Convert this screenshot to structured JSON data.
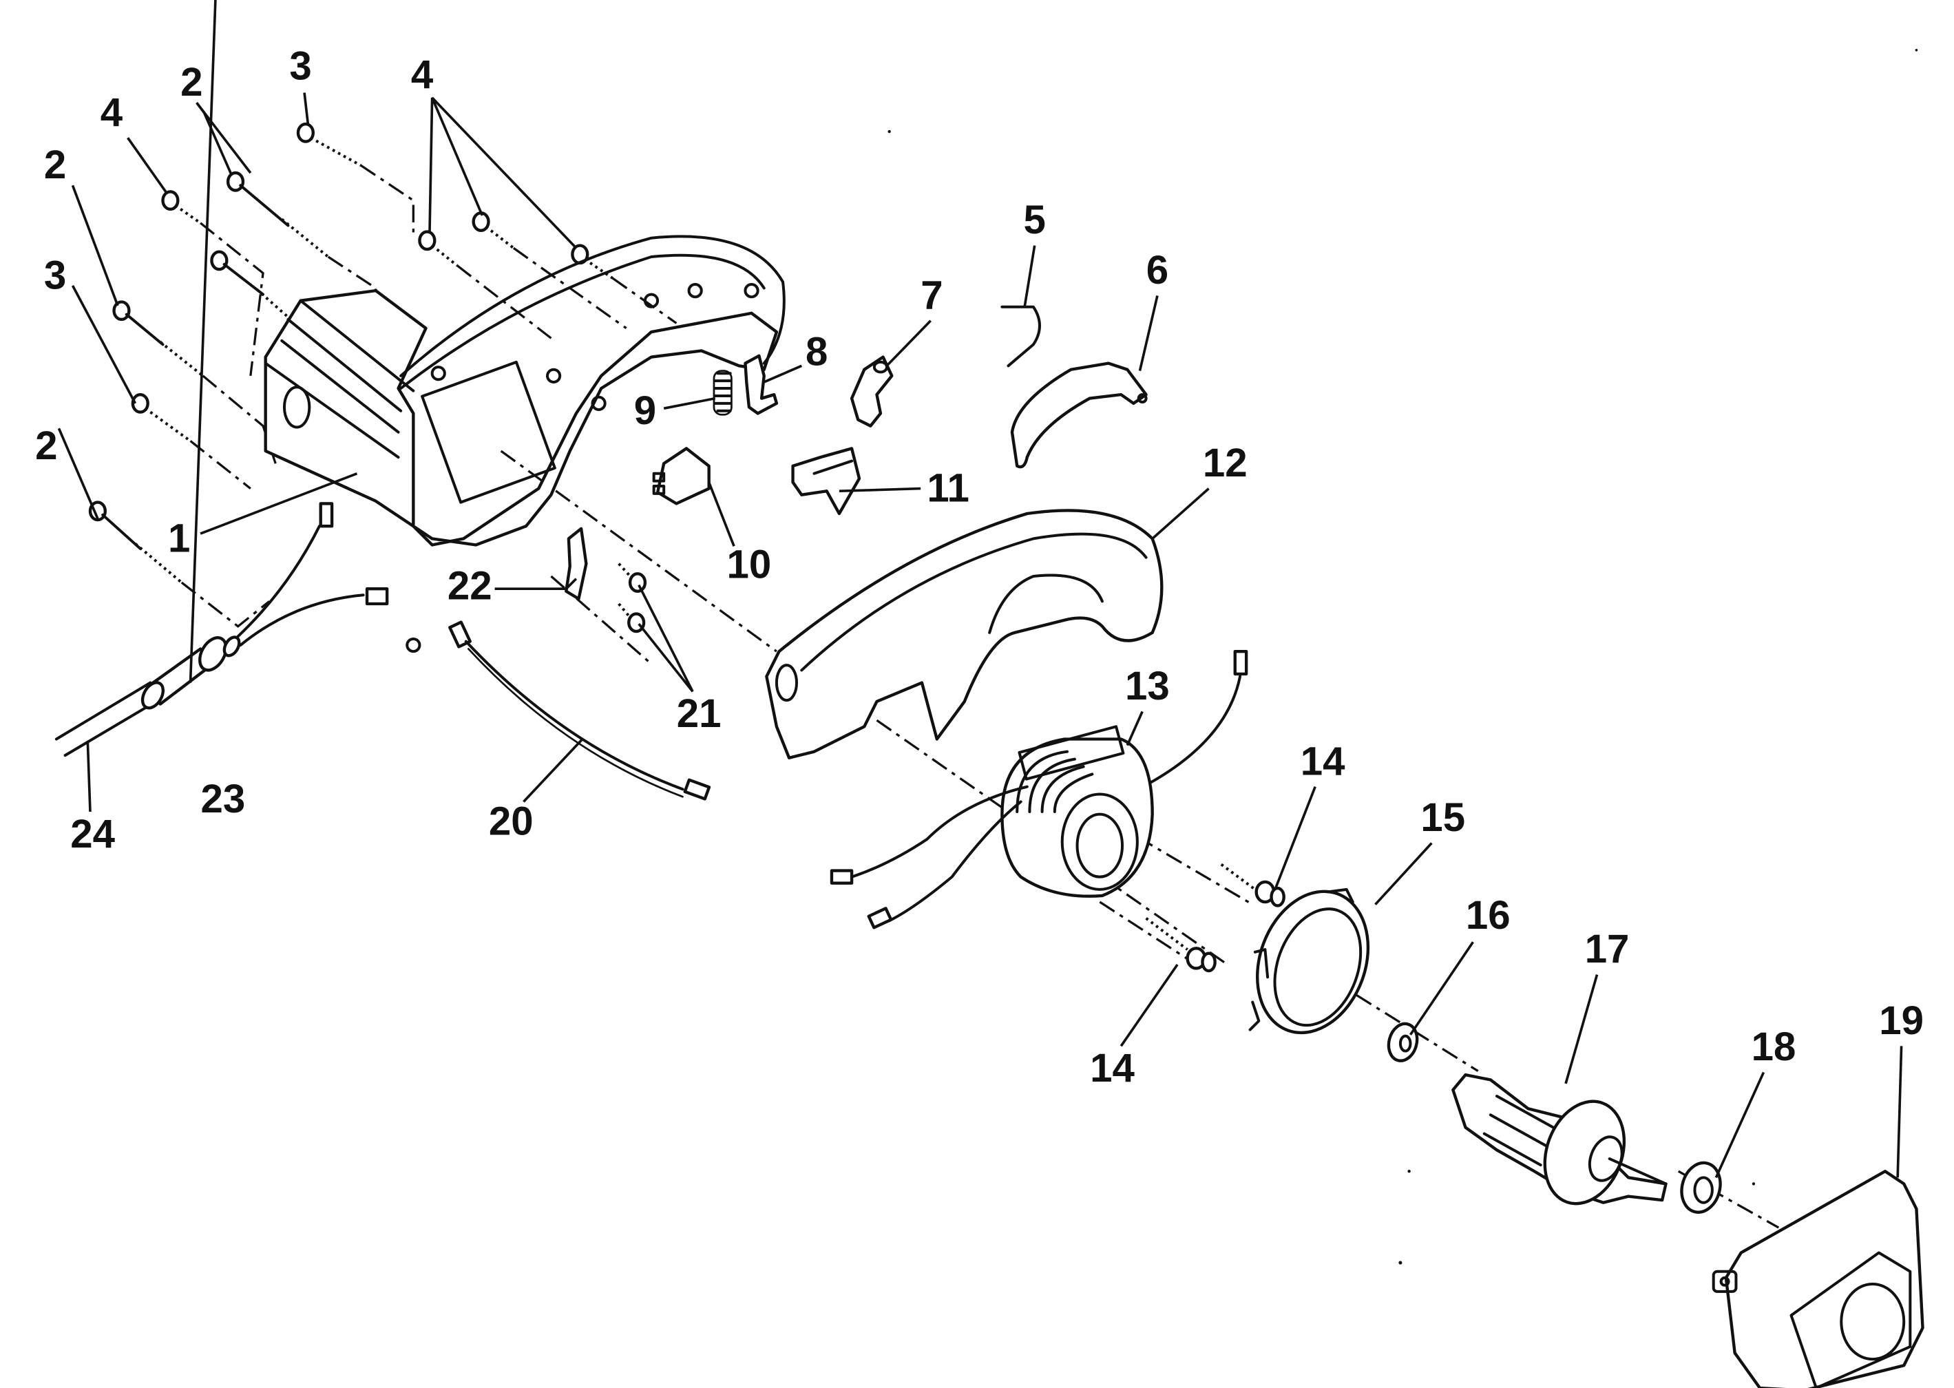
{
  "diagram": {
    "type": "exploded-parts-diagram",
    "subject": "Motor housing and handle assembly",
    "callouts": [
      {
        "id": "c1",
        "label": "1",
        "part": "housing"
      },
      {
        "id": "c2a",
        "label": "2",
        "part": "screw"
      },
      {
        "id": "c2b",
        "label": "2",
        "part": "screw"
      },
      {
        "id": "c2c",
        "label": "2",
        "part": "screw"
      },
      {
        "id": "c2d",
        "label": "2",
        "part": "screw"
      },
      {
        "id": "c3a",
        "label": "3",
        "part": "screw"
      },
      {
        "id": "c3b",
        "label": "3",
        "part": "screw"
      },
      {
        "id": "c4a",
        "label": "4",
        "part": "screw"
      },
      {
        "id": "c4b",
        "label": "4",
        "part": "screw"
      },
      {
        "id": "c5",
        "label": "5",
        "part": "switch assembly"
      },
      {
        "id": "c6",
        "label": "6",
        "part": "lever"
      },
      {
        "id": "c7",
        "label": "7",
        "part": "lock button"
      },
      {
        "id": "c8",
        "label": "8",
        "part": "latch"
      },
      {
        "id": "c9",
        "label": "9",
        "part": "spring"
      },
      {
        "id": "c10",
        "label": "10",
        "part": "switch"
      },
      {
        "id": "c11",
        "label": "11",
        "part": "trigger"
      },
      {
        "id": "c12",
        "label": "12",
        "part": "handle cover"
      },
      {
        "id": "c13",
        "label": "13",
        "part": "field / stator"
      },
      {
        "id": "c14a",
        "label": "14",
        "part": "screw"
      },
      {
        "id": "c14b",
        "label": "14",
        "part": "screw"
      },
      {
        "id": "c15",
        "label": "15",
        "part": "baffle"
      },
      {
        "id": "c16",
        "label": "16",
        "part": "bearing"
      },
      {
        "id": "c17",
        "label": "17",
        "part": "armature"
      },
      {
        "id": "c18",
        "label": "18",
        "part": "bearing"
      },
      {
        "id": "c19",
        "label": "19",
        "part": "gear case / end cover"
      },
      {
        "id": "c20",
        "label": "20",
        "part": "wire lead"
      },
      {
        "id": "c21",
        "label": "21",
        "part": "screw"
      },
      {
        "id": "c22",
        "label": "22",
        "part": "cord clamp"
      },
      {
        "id": "c23",
        "label": "23",
        "part": "strain relief"
      },
      {
        "id": "c24",
        "label": "24",
        "part": "power cord"
      }
    ]
  }
}
